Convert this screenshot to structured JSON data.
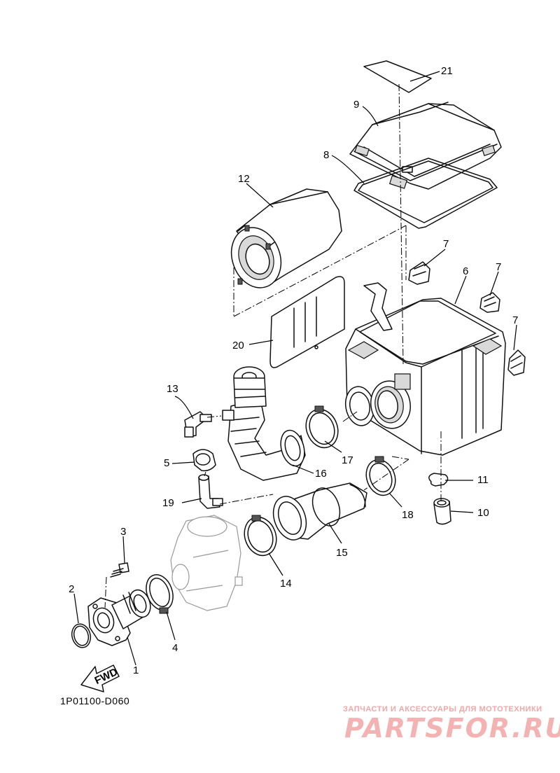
{
  "diagram": {
    "code": "1P01100-D060",
    "fwd_label": "FWD",
    "callouts": [
      "1",
      "2",
      "3",
      "4",
      "5",
      "6",
      "7",
      "8",
      "9",
      "10",
      "11",
      "12",
      "13",
      "14",
      "15",
      "16",
      "17",
      "18",
      "19",
      "20",
      "21"
    ],
    "callout_7": "7"
  },
  "watermark": {
    "tagline": "ЗАПЧАСТИ И АКСЕССУАРЫ ДЛЯ МОТОТЕХНИКИ",
    "brand": "PARTSFOR.RU",
    "color": "#f4b3b3"
  }
}
